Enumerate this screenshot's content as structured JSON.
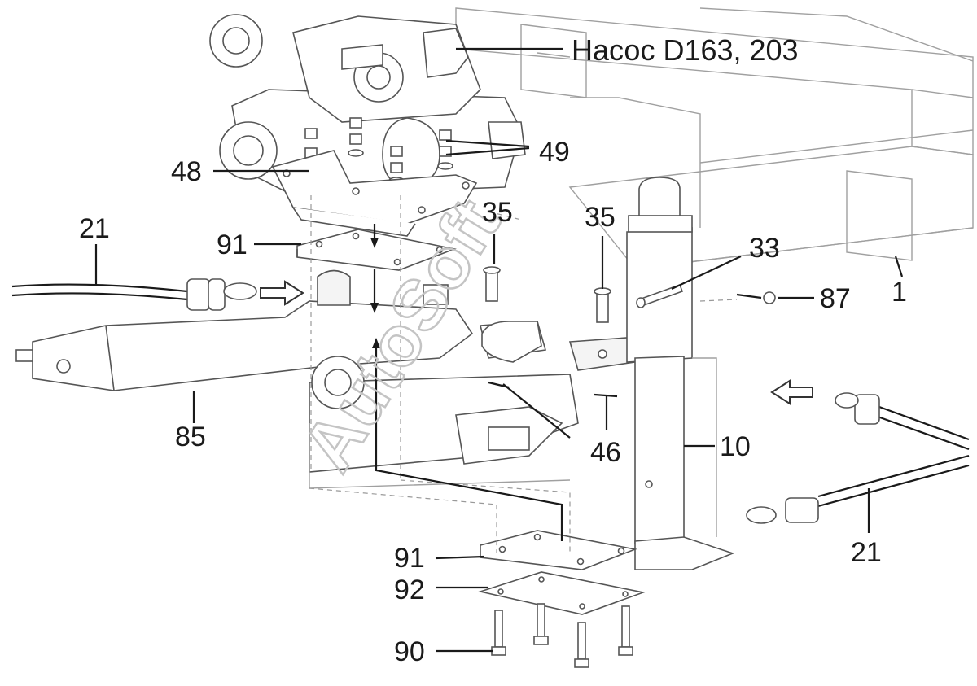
{
  "labels": {
    "pump": "Насос D163, 203",
    "p49": "49",
    "p48": "48",
    "p21_left": "21",
    "p91_top": "91",
    "p35_left": "35",
    "p35_right": "35",
    "p33": "33",
    "p87": "87",
    "p1": "1",
    "p85": "85",
    "p46": "46",
    "p10": "10",
    "p21_right": "21",
    "p91_bottom": "91",
    "p92": "92",
    "p90": "90"
  },
  "watermark": "AutoSoft",
  "colors": {
    "line": "#1a1a1a",
    "outline": "#555555",
    "faint": "#a0a0a0",
    "watermark": "#c4c4c4"
  }
}
